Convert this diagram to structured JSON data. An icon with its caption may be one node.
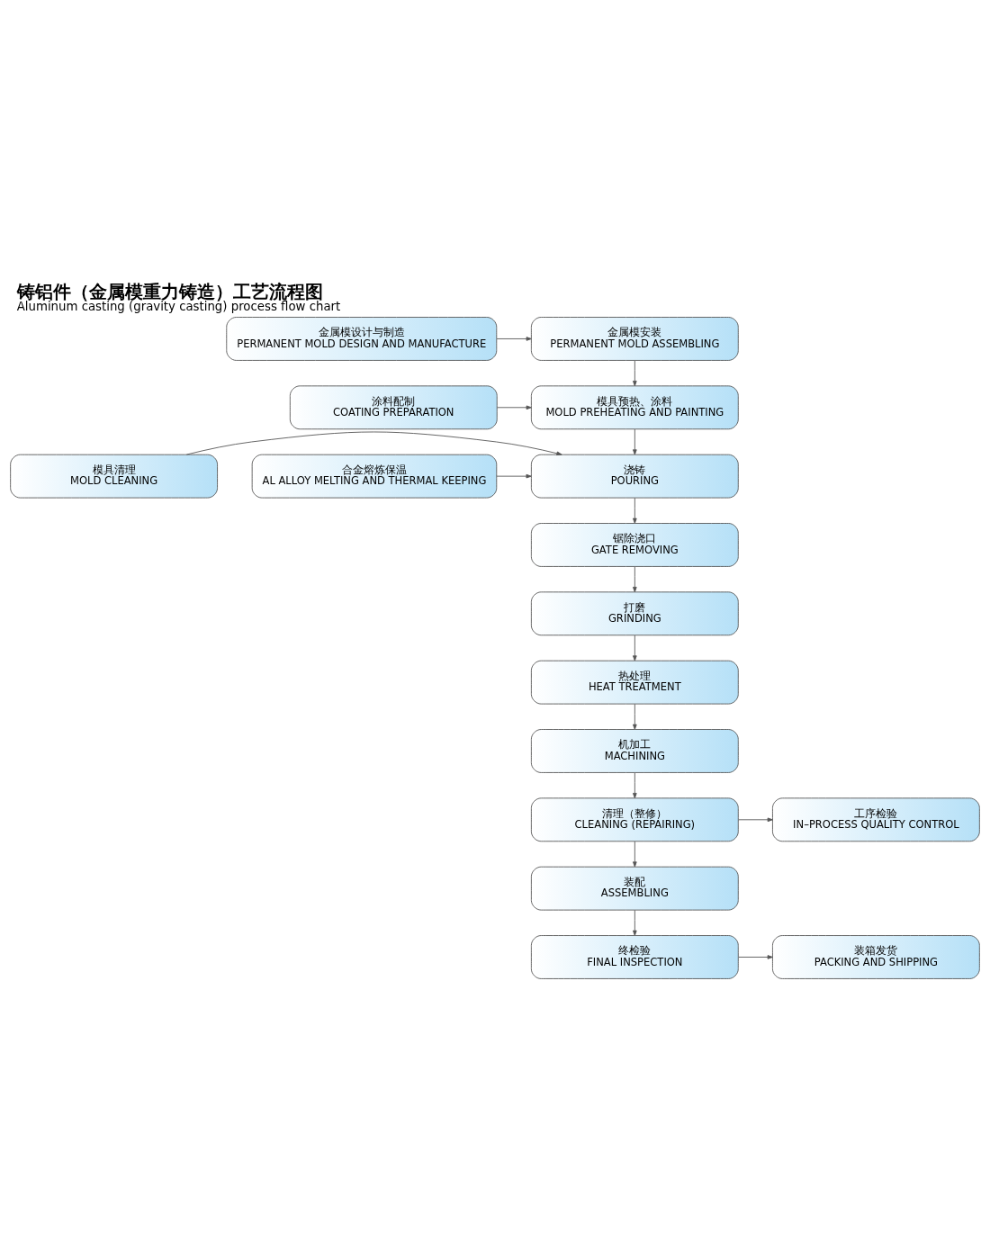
{
  "diagram": {
    "title": "铸铝件（金属模重力铸造）工艺流程图",
    "caption": "Aluminum casting (gravity casting) process flow chart",
    "nodes": [
      {
        "text": [
          "金属模安装",
          "PERMANENT MOLD ASSEMBLING"
        ]
      },
      {
        "text": [
          "金属模设计与制造",
          "PERMANENT MOLD DESIGN AND MANUFACTURE"
        ]
      },
      {
        "text": [
          "涂料配制",
          "COATING PREPARATION"
        ]
      },
      {
        "text": [
          "模具预热、涂料",
          "MOLD PREHEATING AND PAINTING"
        ]
      },
      {
        "text": [
          "模具清理",
          "MOLD CLEANING"
        ]
      },
      {
        "text": [
          "浇铸",
          "POURING"
        ]
      },
      {
        "text": [
          "合金熔炼保温",
          "AL ALLOY MELTING AND THERMAL KEEPING"
        ]
      },
      {
        "text": [
          "锯除浇口",
          "GATE REMOVING"
        ]
      },
      {
        "text": [
          "打磨",
          "GRINDING"
        ]
      },
      {
        "text": [
          "热处理",
          "HEAT TREATMENT"
        ]
      },
      {
        "text": [
          "机加工",
          "MACHINING"
        ]
      },
      {
        "text": [
          "清理（整修）",
          "CLEANING (REPAIRING)"
        ]
      },
      {
        "text": [
          "工序检验",
          "IN–PROCESS QUALITY CONTROL"
        ]
      },
      {
        "text": [
          "装配",
          "ASSEMBLING"
        ]
      },
      {
        "text": [
          "终检验",
          "FINAL INSPECTION"
        ]
      },
      {
        "text": [
          "装箱发货",
          "PACKING AND SHIPPING"
        ]
      }
    ],
    "edges": [
      {
        "from": 1,
        "to": 0,
        "arrow": "to"
      },
      {
        "from": 0,
        "to": 3,
        "arrow": "to"
      },
      {
        "from": 2,
        "to": 3,
        "arrow": "to"
      },
      {
        "from": 3,
        "to": 5,
        "arrow": "to"
      },
      {
        "from": 4,
        "to": 5,
        "arrow": "to"
      },
      {
        "from": 6,
        "to": 5,
        "arrow": "to"
      },
      {
        "from": 5,
        "to": 7,
        "arrow": "to"
      },
      {
        "from": 7,
        "to": 8,
        "arrow": "to"
      },
      {
        "from": 8,
        "to": 9,
        "arrow": "to"
      },
      {
        "from": 9,
        "to": 10,
        "arrow": "to"
      },
      {
        "from": 10,
        "to": 11,
        "arrow": "to"
      },
      {
        "from": 11,
        "to": 12,
        "arrow": "to"
      },
      {
        "from": 11,
        "to": 13,
        "arrow": "to"
      },
      {
        "from": 13,
        "to": 14,
        "arrow": "to"
      },
      {
        "from": 14,
        "to": 15,
        "arrow": "to"
      }
    ]
  }
}
